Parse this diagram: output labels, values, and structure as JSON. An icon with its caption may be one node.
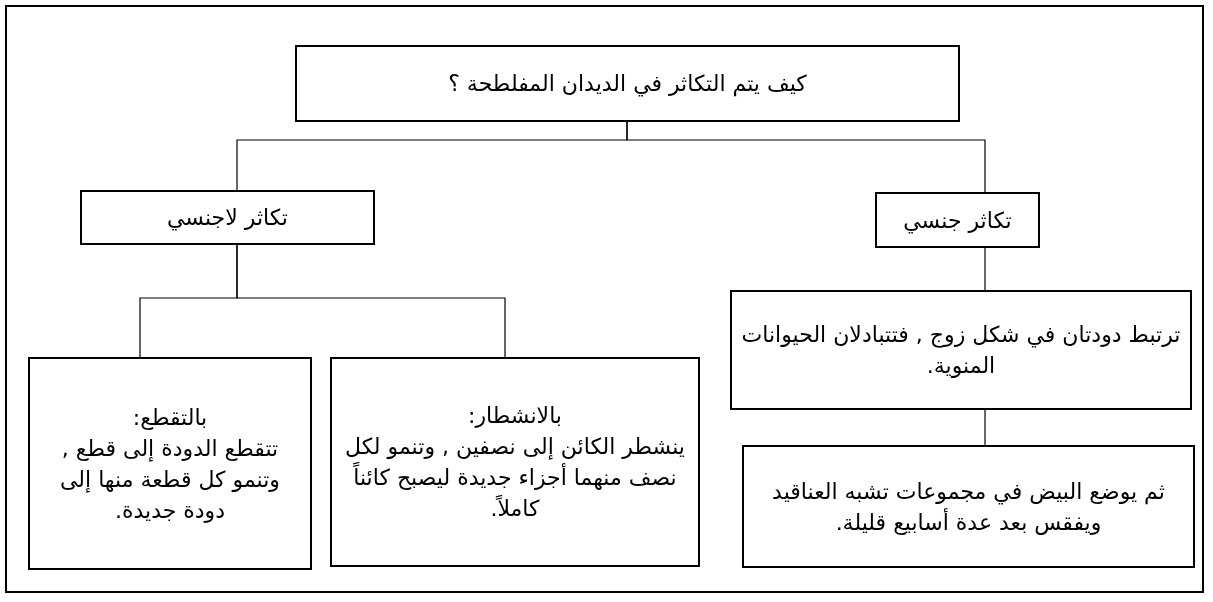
{
  "diagram": {
    "nodes": [
      {
        "text": [
          "كيف يتم التكاثر في الديدان المفلطحة ؟"
        ]
      },
      {
        "text": [
          "تكاثر جنسي"
        ]
      },
      {
        "text": [
          "تكاثر لاجنسي"
        ]
      },
      {
        "text": [
          "ترتبط دودتان في شكل زوج , فتتبادلان الحيوانات المنوية."
        ]
      },
      {
        "text": [
          "ثم يوضع البيض في مجموعات تشبه العناقيد ويفقس بعد عدة أسابيع قليلة."
        ]
      },
      {
        "text": [
          "بالانشطار:",
          "ينشطر الكائن إلى نصفين , وتنمو لكل نصف منهما أجزاء جديدة ليصبح كائناً كاملاً."
        ]
      },
      {
        "text": [
          "بالتقطع:",
          "تتقطع الدودة إلى قطع , وتنمو كل قطعة منها إلى دودة جديدة."
        ]
      }
    ],
    "edges": [
      {
        "from": 0,
        "to": 1,
        "arrow": "none"
      },
      {
        "from": 0,
        "to": 2,
        "arrow": "none"
      },
      {
        "from": 1,
        "to": 3,
        "arrow": "none"
      },
      {
        "from": 3,
        "to": 4,
        "arrow": "none"
      },
      {
        "from": 2,
        "to": 5,
        "arrow": "none"
      },
      {
        "from": 2,
        "to": 6,
        "arrow": "none"
      }
    ]
  }
}
